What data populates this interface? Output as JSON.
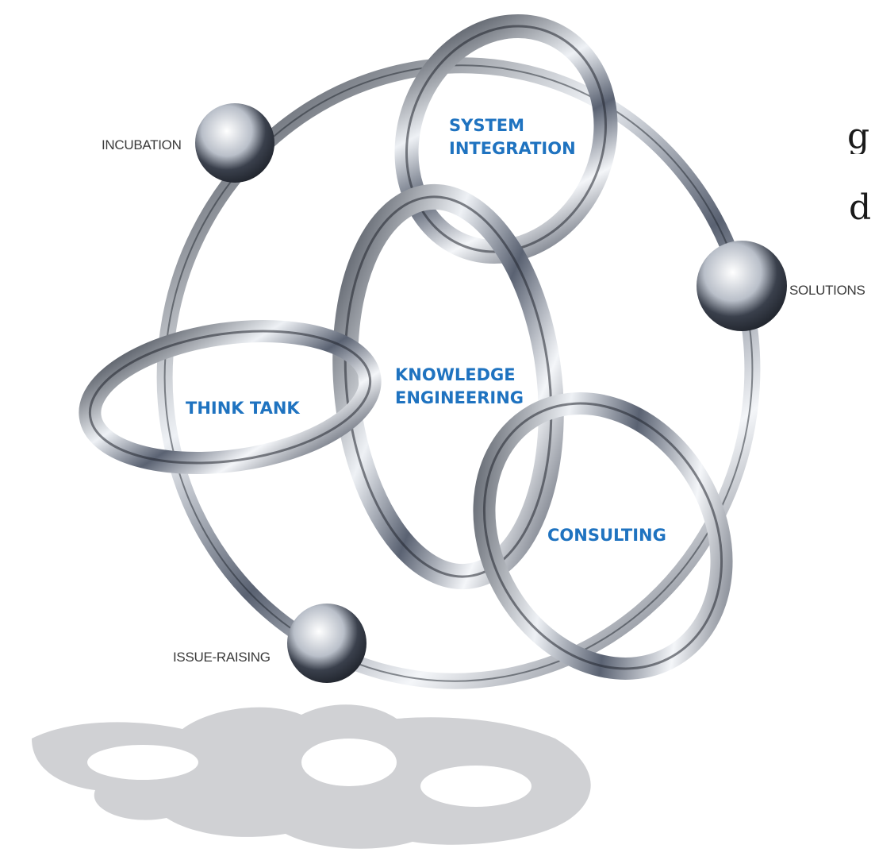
{
  "cropped_text": [
    "g",
    "d"
  ],
  "nodes": {
    "incubation": "INCUBATION",
    "solutions": "SOLUTIONS",
    "issue_raising": "ISSUE-RAISING"
  },
  "rings": {
    "system_integration": [
      "SYSTEM",
      "INTEGRATION"
    ],
    "knowledge_engineering": [
      "KNOWLEDGE",
      "ENGINEERING"
    ],
    "think_tank": "THINK TANK",
    "consulting": "CONSULTING"
  },
  "colors": {
    "ring_label": "#1f73c0",
    "node_label": "#3a3a3a",
    "chrome_dark": "#3f4654",
    "chrome_light": "#f2f4f7",
    "shadow": "#c8c9cc"
  }
}
